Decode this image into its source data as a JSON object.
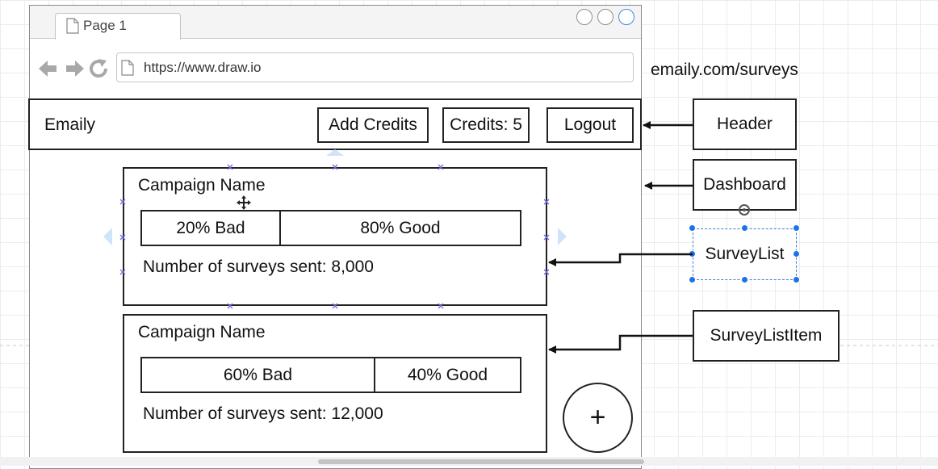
{
  "browser": {
    "tab_label": "Page 1",
    "url": "https://www.draw.io"
  },
  "route_label": "emaily.com/surveys",
  "header": {
    "brand": "Emaily",
    "add_credits": "Add Credits",
    "credits": "Credits: 5",
    "logout": "Logout"
  },
  "survey_items": [
    {
      "title": "Campaign Name",
      "bad": "20% Bad",
      "good": "80% Good",
      "bad_fraction": 0.2,
      "sent": "Number of surveys sent: 8,000"
    },
    {
      "title": "Campaign Name",
      "bad": "60% Bad",
      "good": "40% Good",
      "bad_fraction": 0.6,
      "sent": "Number of surveys sent: 12,000"
    }
  ],
  "fab_label": "+",
  "components": {
    "header": "Header",
    "dashboard": "Dashboard",
    "survey_list": "SurveyList",
    "survey_list_item": "SurveyListItem"
  }
}
